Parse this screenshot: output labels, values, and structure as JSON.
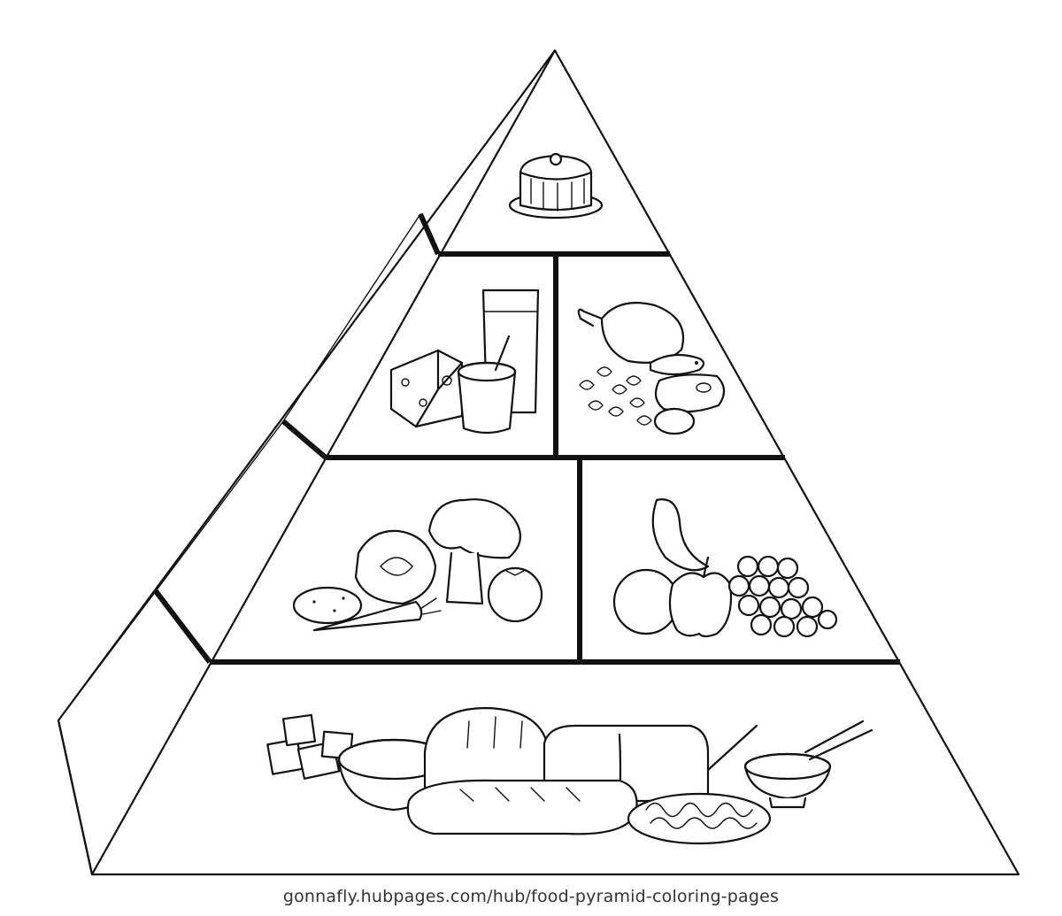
{
  "image": {
    "subject": "food pyramid coloring page",
    "colors": {
      "line": "#111111",
      "background": "#ffffff",
      "watermark_text": "#333333"
    }
  },
  "watermark": "gonnafly.hubpages.com/hub/food-pyramid-coloring-pages",
  "pyramid": {
    "tiers": [
      {
        "name": "top",
        "compartments": [
          {
            "food_icons": [
              "cake-icon"
            ]
          }
        ]
      },
      {
        "name": "upper-middle",
        "compartments": [
          {
            "food_icons": [
              "cheese-icon",
              "yogurt-cup-icon",
              "milk-glass-icon"
            ]
          },
          {
            "food_icons": [
              "chicken-leg-icon",
              "fish-icon",
              "steak-icon",
              "nuts-icon",
              "egg-icon"
            ]
          }
        ]
      },
      {
        "name": "lower-middle",
        "compartments": [
          {
            "food_icons": [
              "potato-icon",
              "cabbage-icon",
              "broccoli-icon",
              "carrot-icon",
              "tomato-icon"
            ]
          },
          {
            "food_icons": [
              "banana-icon",
              "orange-icon",
              "apple-icon",
              "grapes-icon"
            ]
          }
        ]
      },
      {
        "name": "base",
        "compartments": [
          {
            "food_icons": [
              "crackers-icon",
              "cereal-bowl-icon",
              "bread-loaf-icon",
              "sliced-bread-icon",
              "baguette-icon",
              "pasta-plate-icon",
              "rice-bowl-icon"
            ]
          }
        ]
      }
    ]
  }
}
